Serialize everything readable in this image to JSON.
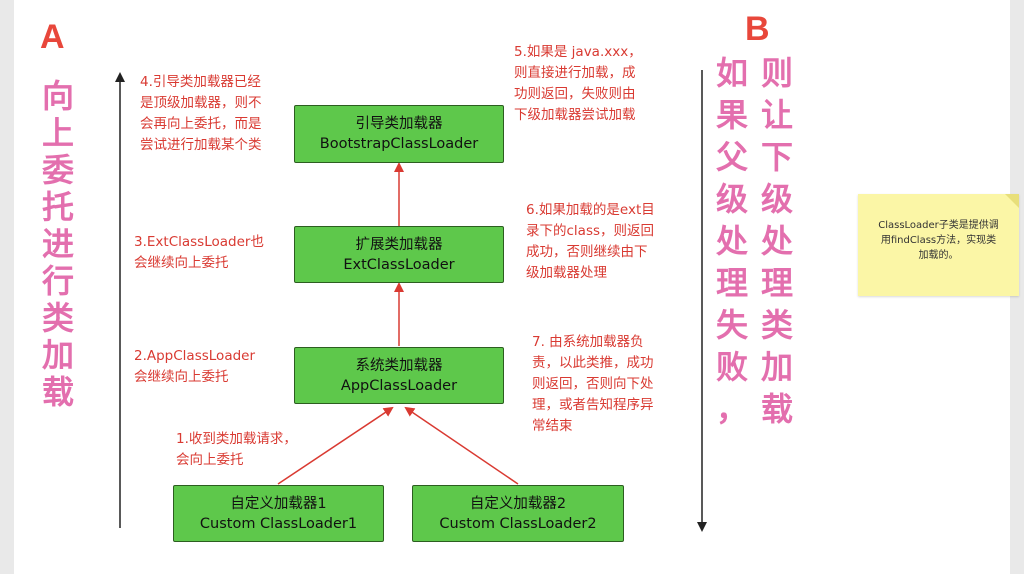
{
  "labels": {
    "left_letter": "A",
    "right_letter": "B"
  },
  "left_vertical": [
    "向",
    "上",
    "委",
    "托",
    "进",
    "行",
    "类",
    "加",
    "载"
  ],
  "right_vertical_col1": [
    "如",
    "果",
    "父",
    "级",
    "处",
    "理",
    "失",
    "败",
    "，"
  ],
  "right_vertical_col2": [
    "则",
    "让",
    "下",
    "级",
    "处",
    "理",
    "类",
    "加",
    "载"
  ],
  "boxes": {
    "bootstrap": {
      "line1": "引导类加载器",
      "line2": "BootstrapClassLoader"
    },
    "ext": {
      "line1": "扩展类加载器",
      "line2": "ExtClassLoader"
    },
    "app": {
      "line1": "系统类加载器",
      "line2": "AppClassLoader"
    },
    "custom1": {
      "line1": "自定义加载器1",
      "line2": "Custom ClassLoader1"
    },
    "custom2": {
      "line1": "自定义加载器2",
      "line2": "Custom ClassLoader2"
    }
  },
  "notes": {
    "n1": "1.收到类加载请求，\n会向上委托",
    "n2": "2.AppClassLoader\n会继续向上委托",
    "n3": "3.ExtClassLoader也\n会继续向上委托",
    "n4": "4.引导类加载器已经\n是顶级加载器，则不\n会再向上委托，而是\n尝试进行加载某个类",
    "n5": "5.如果是 java.xxx，\n则直接进行加载，成\n功则返回，失败则由\n下级加载器尝试加载",
    "n6": "6.如果加载的是ext目\n录下的class，则返回\n成功，否则继续由下\n级加载器处理",
    "n7": "7. 由系统加载器负\n责，以此类推，成功\n则返回，否则向下处\n理，或者告知程序异\n常结束"
  },
  "sticky_note": "ClassLoader子类是提供调\n用findClass方法，实现类\n加载的。",
  "colors": {
    "box_fill": "#5ec84b",
    "note_red": "#d93a32",
    "pink": "#e36fae",
    "letter_red": "#e8473b",
    "sticky": "#fbf6a6"
  }
}
